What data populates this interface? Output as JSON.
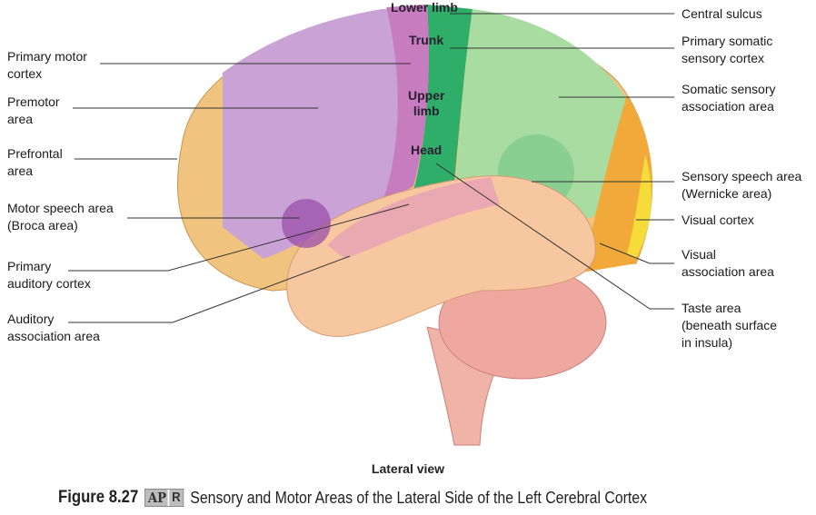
{
  "labels": {
    "primary_motor": "Primary motor\ncortex",
    "premotor": "Premotor\narea",
    "prefrontal": "Prefrontal\narea",
    "motor_speech": "Motor speech area\n(Broca area)",
    "primary_auditory": "Primary\nauditory cortex",
    "auditory_assoc": "Auditory\nassociation area",
    "central_sulcus": "Central sulcus",
    "primary_somatic": "Primary somatic\nsensory cortex",
    "somatic_assoc": "Somatic sensory\nassociation area",
    "sensory_speech": "Sensory speech area\n(Wernicke area)",
    "visual_cortex": "Visual cortex",
    "visual_assoc": "Visual\nassociation area",
    "taste": "Taste area\n(beneath surface\nin insula)"
  },
  "inner_labels": {
    "lower_limb": "Lower limb",
    "trunk": "Trunk",
    "upper_limb": "Upper\nlimb",
    "head": "Head"
  },
  "view": "Lateral view",
  "caption": {
    "figure": "Figure 8.27",
    "badge_a": "AP",
    "badge_b": "R",
    "title": "Sensory and Motor Areas of the Lateral Side of the Left Cerebral Cortex"
  },
  "colors": {
    "prefrontal": "#f0c47e",
    "premotor": "#c9a3d6",
    "motor": "#c77cbf",
    "somatic": "#2fae6a",
    "somatic_assoc": "#a8dca0",
    "visual_assoc": "#f1a93a",
    "visual": "#f5dc3a",
    "temporal": "#f7c8a0",
    "cerebellum": "#efa8a0"
  }
}
